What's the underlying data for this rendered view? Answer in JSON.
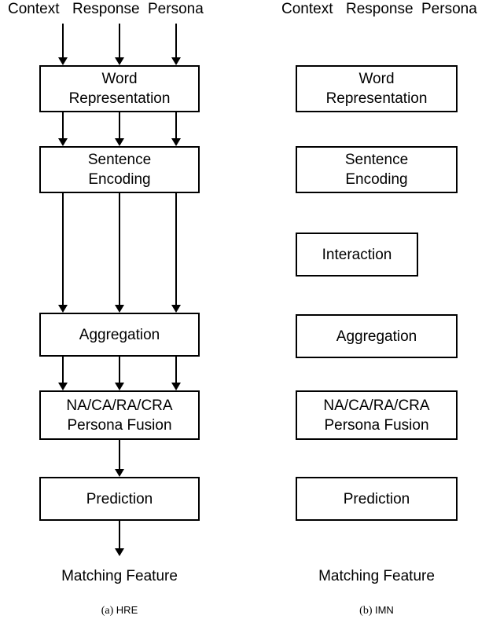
{
  "figure": {
    "title": "",
    "panels": [
      {
        "id": "a",
        "caption_id": "(a)",
        "caption_text": "HRE",
        "inputs": [
          "Context",
          "Response",
          "Persona"
        ],
        "blocks": [
          {
            "name": "word-representation",
            "lines": [
              "Word",
              "Representation"
            ]
          },
          {
            "name": "sentence-encoding",
            "lines": [
              "Sentence",
              "Encoding"
            ]
          },
          {
            "name": "aggregation",
            "lines": [
              "Aggregation"
            ]
          },
          {
            "name": "persona-fusion",
            "lines": [
              "NA/CA/RA/CRA",
              "Persona Fusion"
            ]
          },
          {
            "name": "prediction",
            "lines": [
              "Prediction"
            ]
          }
        ],
        "output": "Matching Feature"
      },
      {
        "id": "b",
        "caption_id": "(b)",
        "caption_text": "IMN",
        "inputs": [
          "Context",
          "Response",
          "Persona"
        ],
        "blocks": [
          {
            "name": "word-representation",
            "lines": [
              "Word",
              "Representation"
            ]
          },
          {
            "name": "sentence-encoding",
            "lines": [
              "Sentence",
              "Encoding"
            ]
          },
          {
            "name": "interaction",
            "lines": [
              "Interaction"
            ]
          },
          {
            "name": "aggregation",
            "lines": [
              "Aggregation"
            ]
          },
          {
            "name": "persona-fusion",
            "lines": [
              "NA/CA/RA/CRA",
              "Persona Fusion"
            ]
          },
          {
            "name": "prediction",
            "lines": [
              "Prediction"
            ]
          }
        ],
        "output": "Matching Feature"
      }
    ],
    "colors": {
      "stroke": "#000000",
      "background": "#ffffff",
      "text": "#000000"
    }
  }
}
